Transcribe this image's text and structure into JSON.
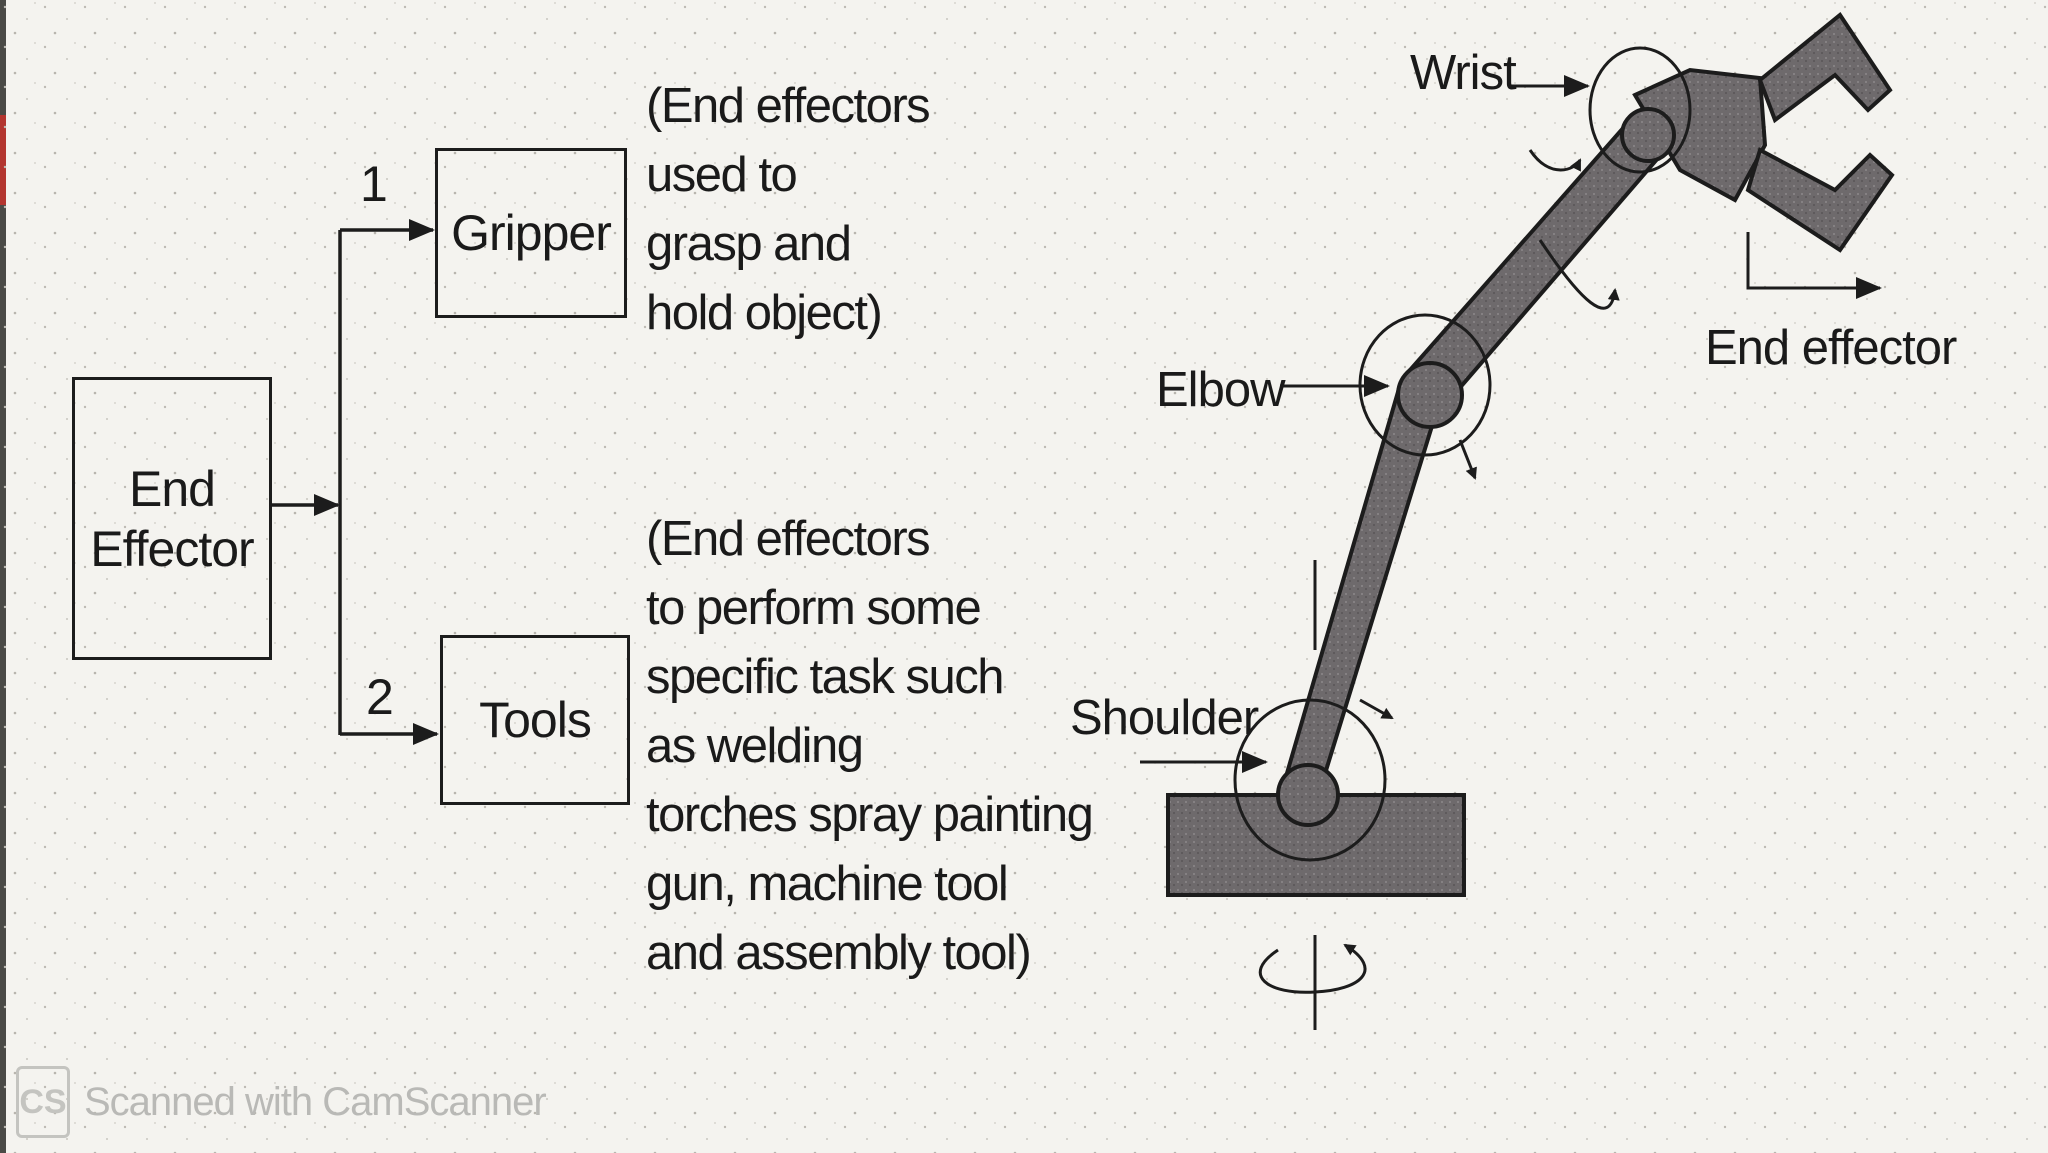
{
  "block_diagram": {
    "root_box": "End\nEffector",
    "branches": [
      {
        "number": "1",
        "box": "Gripper",
        "description": "(End effectors\nused to\ngrasp and\nhold object)"
      },
      {
        "number": "2",
        "box": "Tools",
        "description": "(End effectors\nto perform some\nspecific task such\nas welding\ntorches spray painting\ngun, machine tool\nand assembly tool)"
      }
    ]
  },
  "robot_arm": {
    "labels": {
      "wrist": "Wrist",
      "elbow": "Elbow",
      "shoulder": "Shoulder",
      "end_effector": "End effector"
    }
  },
  "watermark": {
    "logo": "CS",
    "text": "Scanned with CamScanner"
  },
  "colors": {
    "paper": "#f4f3ef",
    "ink": "#1c1c1c",
    "arm_fill": "#6e6a6c",
    "watermark": "#b9b9b6"
  }
}
